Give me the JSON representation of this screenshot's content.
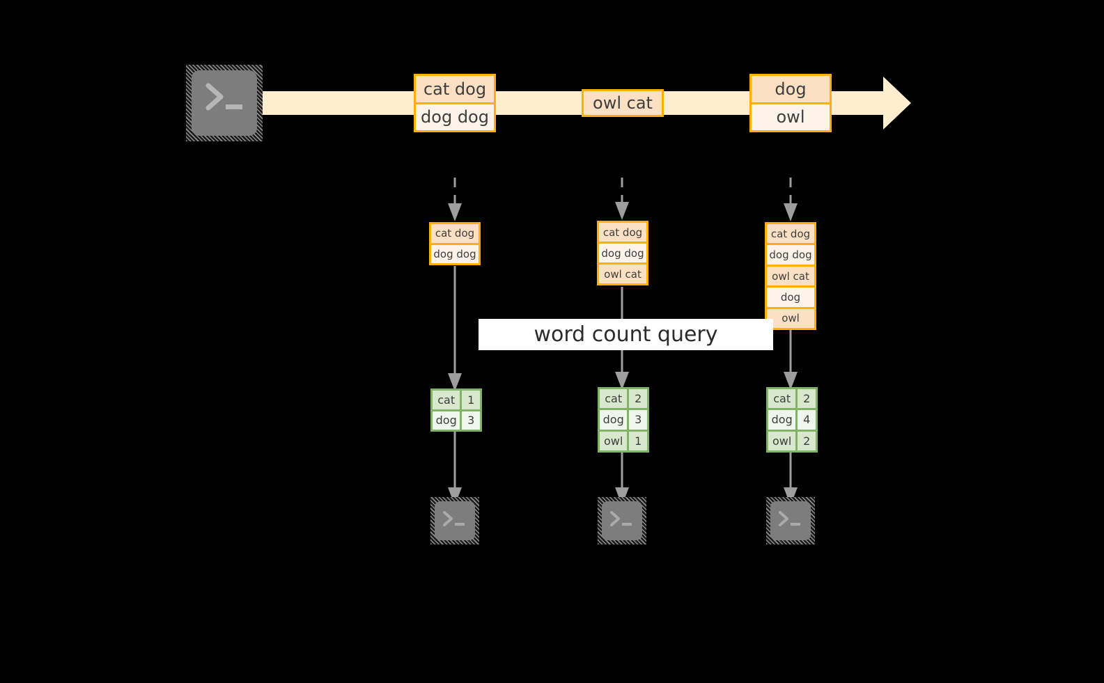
{
  "diagram": {
    "title_label": "word count query",
    "colors": {
      "background": "#000000",
      "event_border": "#FFB000",
      "event_fill_dark": "#FBE0C3",
      "event_fill_light": "#FDF3E8",
      "stream_fill": "#FDEFCE",
      "result_border": "#81B366",
      "result_fill_dark": "#D7E8CD",
      "result_fill_light": "#EFF6EB",
      "connector": "#9E9E9E",
      "terminal_fill": "#7D7D7D",
      "label_fill": "#FFFFFF"
    },
    "source": {
      "icon": "terminal-icon",
      "prompt": ">_"
    },
    "stream": {
      "icon": "right-arrow",
      "events": [
        {
          "lines": [
            "cat dog",
            "dog dog"
          ]
        },
        {
          "lines": [
            "owl cat"
          ]
        },
        {
          "lines": [
            "dog",
            "owl"
          ]
        }
      ]
    },
    "snapshots": [
      {
        "id": "snapshot-1",
        "accumulated": [
          "cat dog",
          "dog dog"
        ],
        "result": {
          "rows": [
            {
              "word": "cat",
              "count": "1"
            },
            {
              "word": "dog",
              "count": "3"
            }
          ]
        },
        "sink": {
          "icon": "terminal-icon",
          "prompt": ">_"
        }
      },
      {
        "id": "snapshot-2",
        "accumulated": [
          "cat dog",
          "dog dog",
          "owl cat"
        ],
        "result": {
          "rows": [
            {
              "word": "cat",
              "count": "2"
            },
            {
              "word": "dog",
              "count": "3"
            },
            {
              "word": "owl",
              "count": "1"
            }
          ]
        },
        "sink": {
          "icon": "terminal-icon",
          "prompt": ">_"
        }
      },
      {
        "id": "snapshot-3",
        "accumulated": [
          "cat dog",
          "dog dog",
          "owl cat",
          "dog",
          "owl"
        ],
        "result": {
          "rows": [
            {
              "word": "cat",
              "count": "2"
            },
            {
              "word": "dog",
              "count": "4"
            },
            {
              "word": "owl",
              "count": "2"
            }
          ]
        },
        "sink": {
          "icon": "terminal-icon",
          "prompt": ">_"
        }
      }
    ]
  }
}
